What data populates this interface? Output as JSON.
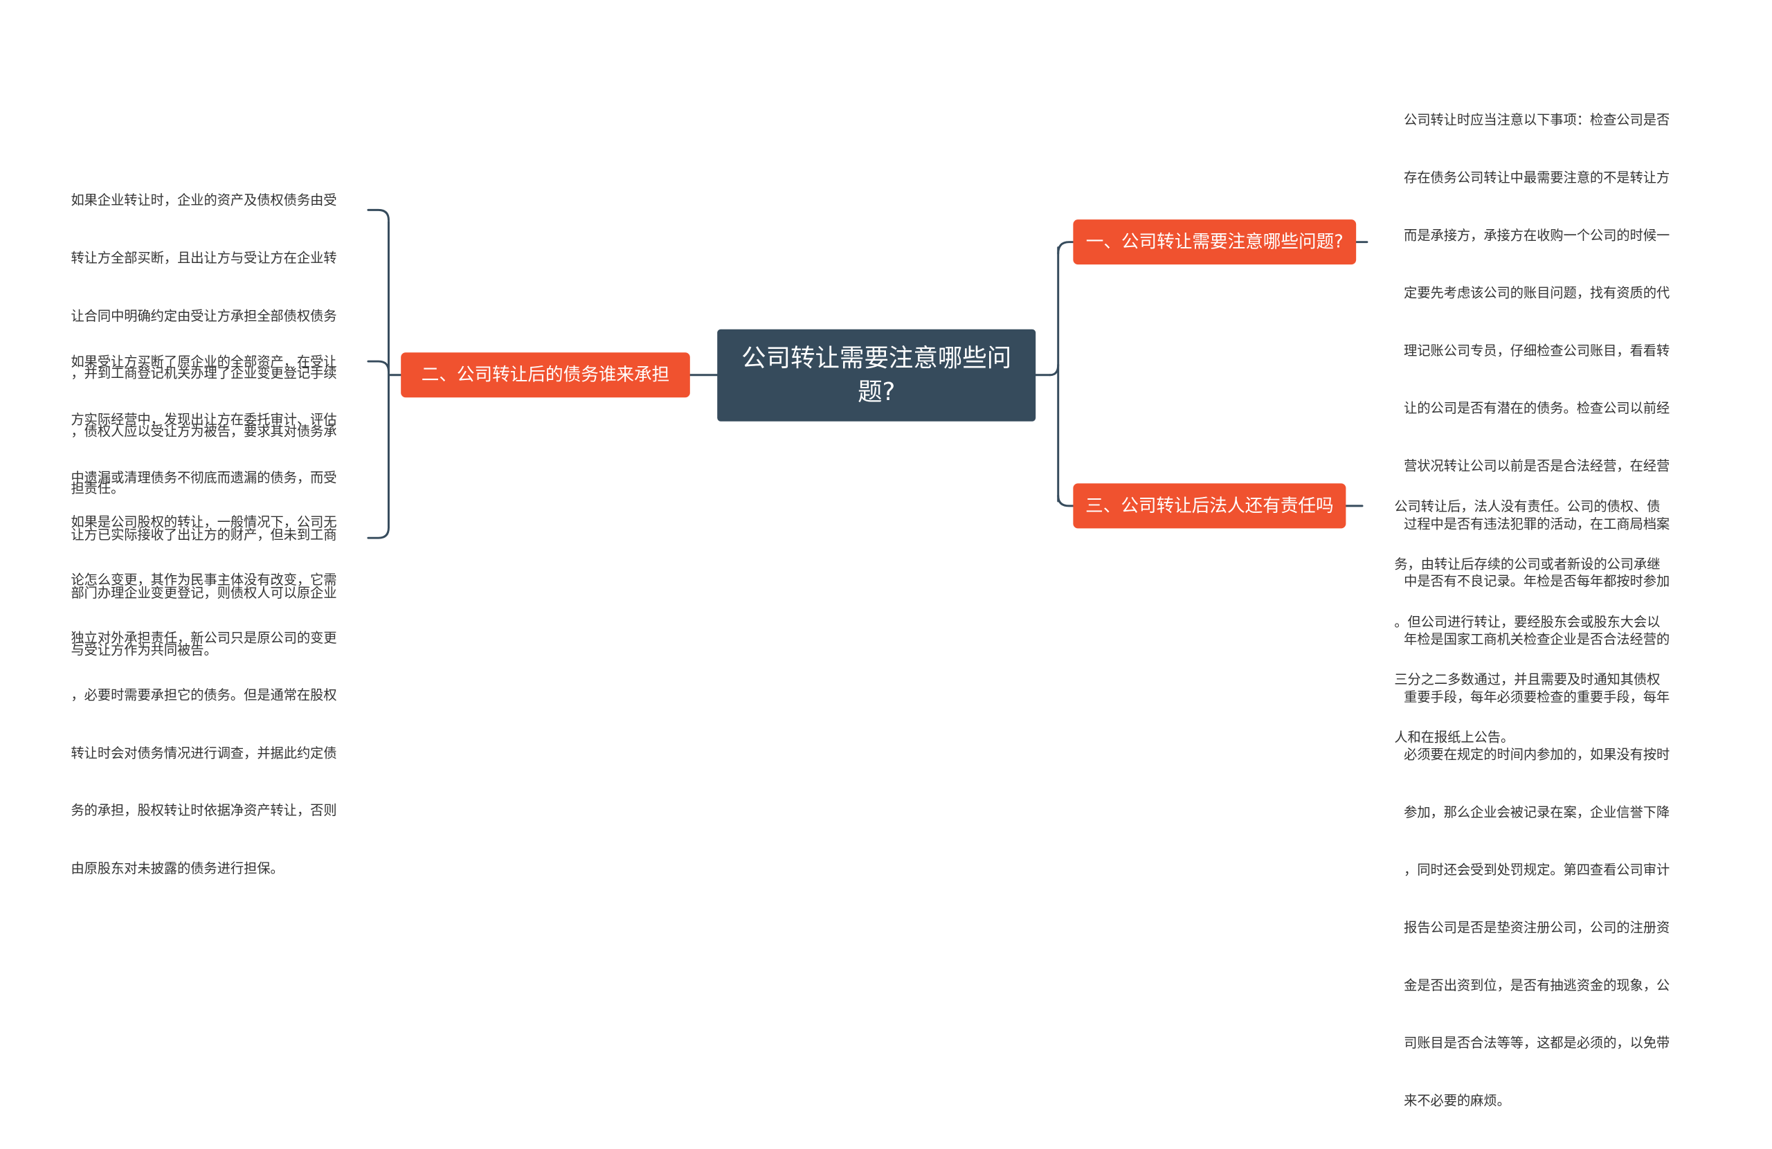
{
  "root": {
    "title": "公司转让需要注意哪些问题?"
  },
  "branches": [
    {
      "label": "一、公司转让需要注意哪些问题?",
      "leaves": [
        {
          "lines": [
            "公司转让时应当注意以下事项：检查公司是否",
            "存在债务公司转让中最需要注意的不是转让方",
            "而是承接方，承接方在收购一个公司的时候一",
            "定要先考虑该公司的账目问题，找有资质的代",
            "理记账公司专员，仔细检查公司账目，看看转",
            "让的公司是否有潜在的债务。检查公司以前经",
            "营状况转让公司以前是否是合法经营，在经营",
            "过程中是否有违法犯罪的活动，在工商局档案",
            "中是否有不良记录。年检是否每年都按时参加",
            "年检是国家工商机关检查企业是否合法经营的",
            "重要手段，每年必须要检查的重要手段，每年",
            "必须要在规定的时间内参加的，如果没有按时",
            "参加，那么企业会被记录在案，企业信誉下降",
            "，同时还会受到处罚规定。第四查看公司审计",
            "报告公司是否是垫资注册公司，公司的注册资",
            "金是否出资到位，是否有抽逃资金的现象，公",
            "司账目是否合法等等，这都是必须的，以免带",
            "来不必要的麻烦。"
          ]
        }
      ]
    },
    {
      "label": "二、公司转让后的债务谁来承担",
      "leaves": [
        {
          "lines": [
            "如果企业转让时，企业的资产及债权债务由受",
            "转让方全部买断，且出让方与受让方在企业转",
            "让合同中明确约定由受让方承担全部债权债务",
            "，并到工商登记机关办理了企业变更登记手续",
            "，债权人应以受让方为被告，要求其对债务承",
            "担责任。"
          ]
        },
        {
          "lines": [
            "如果受让方买断了原企业的全部资产，在受让",
            "方实际经营中，发现出让方在委托审计、评估",
            "中遗漏或清理债务不彻底而遗漏的债务，而受",
            "让方已实际接收了出让方的财产，但未到工商",
            "部门办理企业变更登记，则债权人可以原企业",
            "与受让方作为共同被告。"
          ]
        },
        {
          "lines": [
            "如果是公司股权的转让，一般情况下，公司无",
            "论怎么变更，其作为民事主体没有改变，它需",
            "独立对外承担责任，新公司只是原公司的变更",
            "，必要时需要承担它的债务。但是通常在股权",
            "转让时会对债务情况进行调查，并据此约定债",
            "务的承担，股权转让时依据净资产转让，否则",
            "由原股东对未披露的债务进行担保。"
          ]
        }
      ]
    },
    {
      "label": "三、公司转让后法人还有责任吗",
      "leaves": [
        {
          "lines": [
            "公司转让后，法人没有责任。公司的债权、债",
            "务，由转让后存续的公司或者新设的公司承继",
            "。但公司进行转让，要经股东会或股东大会以",
            "三分之二多数通过，并且需要及时通知其债权",
            "人和在报纸上公告。"
          ]
        }
      ]
    }
  ],
  "colors": {
    "root_bg": "#364b5c",
    "branch_bg": "#f0522f",
    "connector": "#364b5c",
    "leaf_text": "#333333"
  }
}
